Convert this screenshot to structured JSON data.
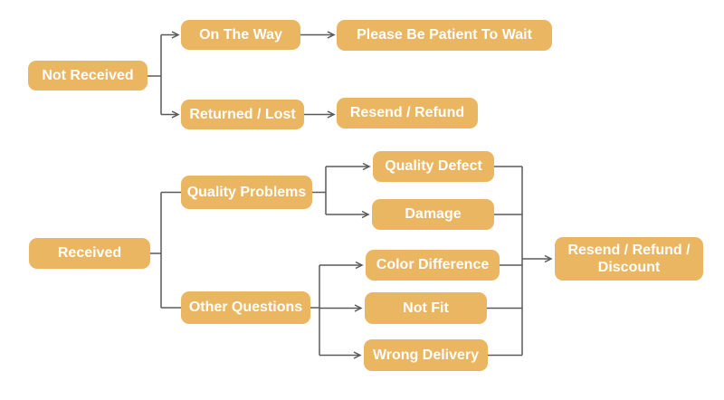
{
  "diagram": {
    "type": "flowchart",
    "colors": {
      "node_fill": "#EBB662",
      "node_text": "#FFFFFF",
      "connector": "#5A5A5A",
      "background": "#FFFFFF"
    },
    "nodes": {
      "not_received": {
        "label": "Not Received"
      },
      "on_the_way": {
        "label": "On The Way"
      },
      "please_wait": {
        "label": "Please Be Patient To Wait"
      },
      "returned_lost": {
        "label": "Returned / Lost"
      },
      "resend_refund": {
        "label": "Resend / Refund"
      },
      "received": {
        "label": "Received"
      },
      "quality_problems": {
        "label": "Quality Problems"
      },
      "quality_defect": {
        "label": "Quality Defect"
      },
      "damage": {
        "label": "Damage"
      },
      "other_questions": {
        "label": "Other Questions"
      },
      "color_difference": {
        "label": "Color Difference"
      },
      "not_fit": {
        "label": "Not Fit"
      },
      "wrong_delivery": {
        "label": "Wrong Delivery"
      },
      "resend_refund_discount": {
        "label": "Resend / Refund / Discount"
      }
    },
    "edges": [
      {
        "from": "not_received",
        "to": "on_the_way"
      },
      {
        "from": "not_received",
        "to": "returned_lost"
      },
      {
        "from": "on_the_way",
        "to": "please_wait"
      },
      {
        "from": "returned_lost",
        "to": "resend_refund"
      },
      {
        "from": "received",
        "to": "quality_problems"
      },
      {
        "from": "received",
        "to": "other_questions"
      },
      {
        "from": "quality_problems",
        "to": "quality_defect"
      },
      {
        "from": "quality_problems",
        "to": "damage"
      },
      {
        "from": "other_questions",
        "to": "color_difference"
      },
      {
        "from": "other_questions",
        "to": "not_fit"
      },
      {
        "from": "other_questions",
        "to": "wrong_delivery"
      },
      {
        "from": "quality_defect",
        "to": "resend_refund_discount"
      },
      {
        "from": "damage",
        "to": "resend_refund_discount"
      },
      {
        "from": "color_difference",
        "to": "resend_refund_discount"
      },
      {
        "from": "not_fit",
        "to": "resend_refund_discount"
      },
      {
        "from": "wrong_delivery",
        "to": "resend_refund_discount"
      }
    ]
  }
}
